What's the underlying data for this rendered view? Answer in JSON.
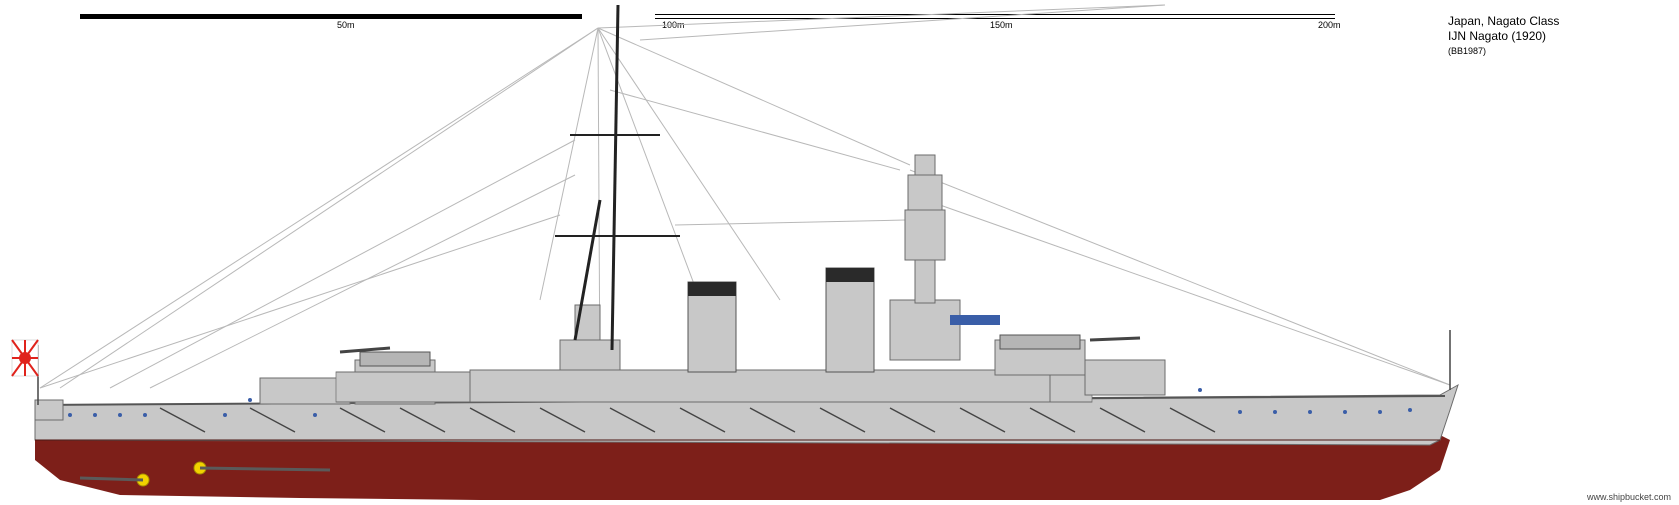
{
  "caption": {
    "country_class": "Japan, Nagato Class",
    "ship_name_year": "IJN Nagato (1920)",
    "code": "(BB1987)"
  },
  "scale": {
    "labels": [
      "50m",
      "100m",
      "150m",
      "200m"
    ]
  },
  "credit": "www.shipbucket.com",
  "colors": {
    "hull_red": "#7d1f19",
    "superstructure_gray": "#c8c8c8",
    "deck_line_gray": "#9a9a9a",
    "funnel_dark": "#2a2a2a",
    "flag_red": "#e0231c",
    "porthole_blue": "#3a5ea8",
    "propeller_yellow": "#f2d200"
  }
}
